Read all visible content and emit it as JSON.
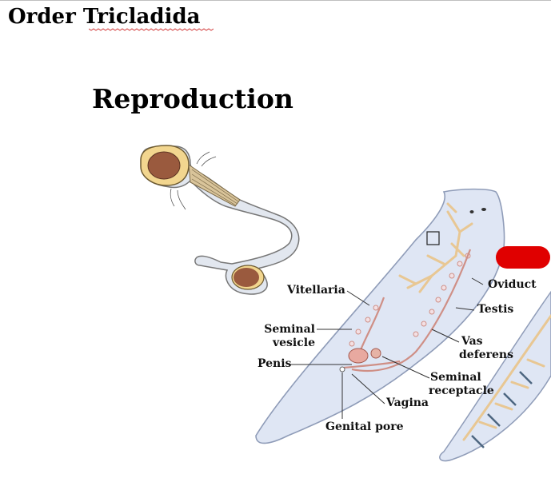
{
  "title": "Order Tricladida",
  "subtitle": "Reproduction",
  "labels": {
    "vitellaria": "Vitellaria",
    "oviduct": "Oviduct",
    "testis": "Testis",
    "seminal_vesicle_1": "Seminal",
    "seminal_vesicle_2": "vesicle",
    "vas_deferens_1": "Vas",
    "vas_deferens_2": "deferens",
    "penis": "Penis",
    "seminal_receptacle_1": "Seminal",
    "seminal_receptacle_2": "receptacle",
    "vagina": "Vagina",
    "genital_pore": "Genital pore"
  },
  "colors": {
    "body_fill": "#dfe6f4",
    "body_stroke": "#8f9cb8",
    "gut": "#e8c793",
    "reproductive": "#cf8f86",
    "capsule_fill": "#f2d68f",
    "egg": "#9a5a3e",
    "annotation": "#e00000"
  }
}
